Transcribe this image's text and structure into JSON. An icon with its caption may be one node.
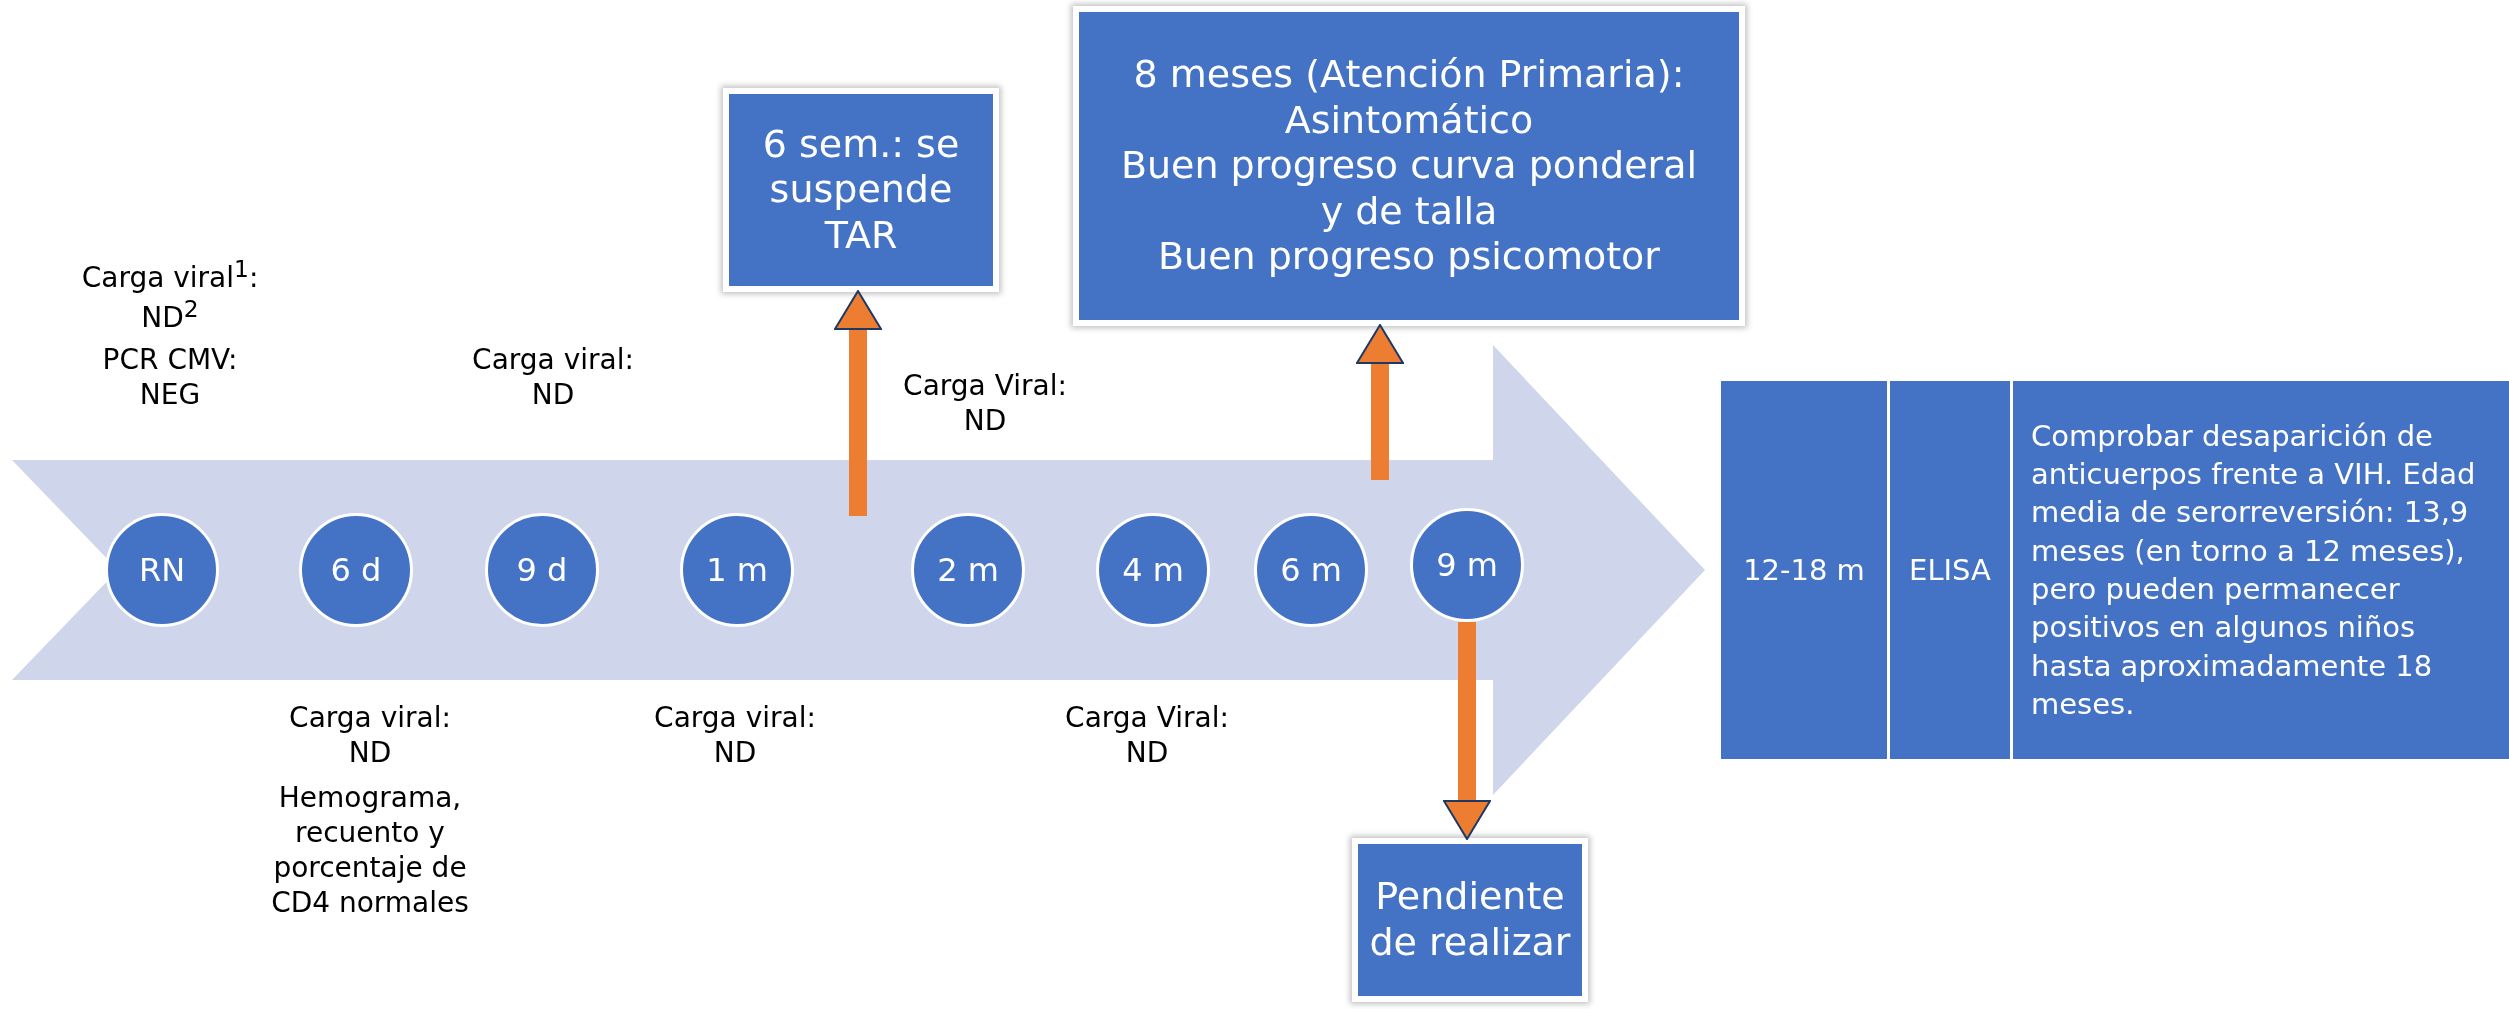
{
  "diagram": {
    "nodes": [
      {
        "text": [
          "6 sem.: se suspende TAR"
        ]
      },
      {
        "text": [
          "8 meses (Atención Primaria):",
          "Asintomático",
          "Buen progreso curva ponderal y de talla",
          "Buen progreso psicomotor"
        ]
      },
      {
        "text": [
          "RN"
        ]
      },
      {
        "text": [
          "6 d"
        ]
      },
      {
        "text": [
          "9 d"
        ]
      },
      {
        "text": [
          "1 m"
        ]
      },
      {
        "text": [
          "2 m"
        ]
      },
      {
        "text": [
          "4 m"
        ]
      },
      {
        "text": [
          "6 m"
        ]
      },
      {
        "text": [
          "9 m"
        ]
      },
      {
        "text": [
          "Pendiente de realizar"
        ]
      }
    ],
    "edges": [
      {
        "from": null,
        "to": 0,
        "arrow": "to"
      },
      {
        "from": null,
        "to": 1,
        "arrow": "to"
      },
      {
        "from": 9,
        "to": 10,
        "arrow": "to"
      }
    ],
    "labels": [
      "Carga viral$^{1}$: ND$^{2}$",
      "PCR CMV: NEG",
      "Carga viral: ND",
      "Carga Viral: ND",
      "12-18 m",
      "ELISA",
      "Comprobar desaparición de anticuerpos frente a VIH. Edad media de serorreversión: 13,9 meses (en torno a 12 meses), pero pueden permanecer positivos en algunos niños hasta  aproximadamente 18 meses.",
      "Carga viral: ND",
      "Hemograma, recuento y porcentaje de CD4 normales",
      "Carga viral: ND",
      "Carga Viral: ND"
    ]
  }
}
